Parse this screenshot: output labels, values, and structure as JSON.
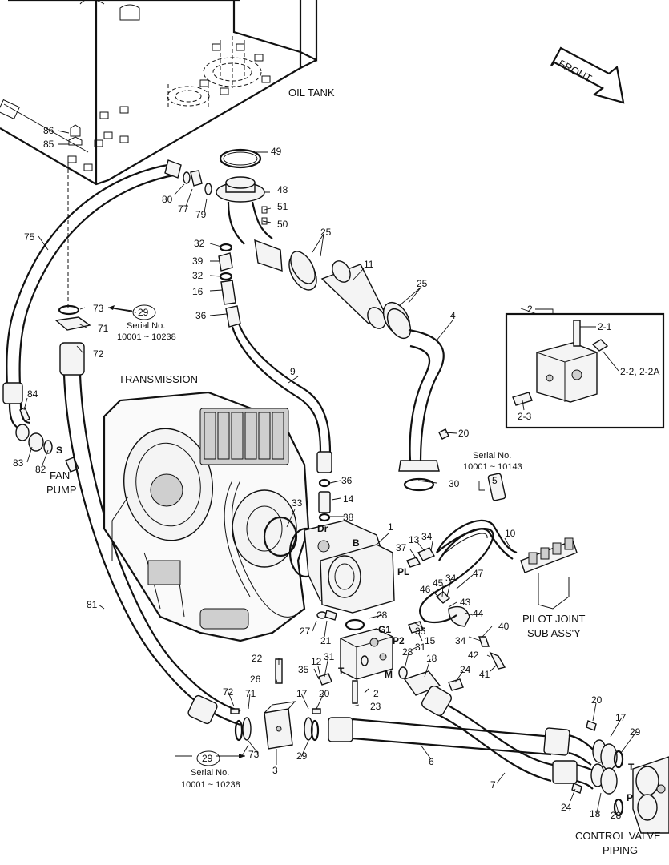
{
  "labels": {
    "oil_tank": "OIL TANK",
    "front": "FRONT",
    "transmission": "TRANSMISSION",
    "fan_pump_1": "FAN",
    "fan_pump_2": "PUMP",
    "pilot_joint_1": "PILOT JOINT",
    "pilot_joint_2": "SUB ASS'Y",
    "control_valve_1": "CONTROL VALVE",
    "control_valve_2": "PIPING"
  },
  "serial_notes": {
    "top": {
      "circle": "29",
      "line1": "Serial No.",
      "line2": "10001 ~ 10238"
    },
    "bottom": {
      "circle": "29",
      "line1": "Serial No.",
      "line2": "10001 ~ 10238"
    },
    "item5": {
      "line1": "Serial No.",
      "line2": "10001 ~ 10143"
    }
  },
  "detail_box": {
    "title": "2",
    "callouts": [
      "2-1",
      "2-2, 2-2A",
      "2-3"
    ]
  },
  "ports": [
    "S",
    "B",
    "PL",
    "Dr",
    "G1",
    "P2",
    "T",
    "M",
    "T",
    "P"
  ],
  "callouts": [
    {
      "id": "c86",
      "text": "86"
    },
    {
      "id": "c85",
      "text": "85"
    },
    {
      "id": "c80",
      "text": "80"
    },
    {
      "id": "c77",
      "text": "77"
    },
    {
      "id": "c79",
      "text": "79"
    },
    {
      "id": "c49",
      "text": "49"
    },
    {
      "id": "c48",
      "text": "48"
    },
    {
      "id": "c51",
      "text": "51"
    },
    {
      "id": "c50",
      "text": "50"
    },
    {
      "id": "c75",
      "text": "75"
    },
    {
      "id": "c32a",
      "text": "32"
    },
    {
      "id": "c39",
      "text": "39"
    },
    {
      "id": "c32b",
      "text": "32"
    },
    {
      "id": "c16",
      "text": "16"
    },
    {
      "id": "c36a",
      "text": "36"
    },
    {
      "id": "c25a",
      "text": "25"
    },
    {
      "id": "c11",
      "text": "11"
    },
    {
      "id": "c25b",
      "text": "25"
    },
    {
      "id": "c4",
      "text": "4"
    },
    {
      "id": "c73a",
      "text": "73"
    },
    {
      "id": "c71a",
      "text": "71"
    },
    {
      "id": "c72a",
      "text": "72"
    },
    {
      "id": "c9",
      "text": "9"
    },
    {
      "id": "c84",
      "text": "84"
    },
    {
      "id": "c83",
      "text": "83"
    },
    {
      "id": "c82",
      "text": "82"
    },
    {
      "id": "c20a",
      "text": "20"
    },
    {
      "id": "c36b",
      "text": "36"
    },
    {
      "id": "c30",
      "text": "30"
    },
    {
      "id": "c5",
      "text": "5"
    },
    {
      "id": "c14",
      "text": "14"
    },
    {
      "id": "c33",
      "text": "33"
    },
    {
      "id": "c38",
      "text": "38"
    },
    {
      "id": "c1",
      "text": "1"
    },
    {
      "id": "c13",
      "text": "13"
    },
    {
      "id": "c34a",
      "text": "34"
    },
    {
      "id": "c10",
      "text": "10"
    },
    {
      "id": "c37",
      "text": "37"
    },
    {
      "id": "c47",
      "text": "47"
    },
    {
      "id": "c45",
      "text": "45"
    },
    {
      "id": "c34b",
      "text": "34"
    },
    {
      "id": "c46",
      "text": "46"
    },
    {
      "id": "c43",
      "text": "43"
    },
    {
      "id": "c44",
      "text": "44"
    },
    {
      "id": "c81",
      "text": "81"
    },
    {
      "id": "c28a",
      "text": "28"
    },
    {
      "id": "c35a",
      "text": "35"
    },
    {
      "id": "c40",
      "text": "40"
    },
    {
      "id": "c27",
      "text": "27"
    },
    {
      "id": "c21",
      "text": "21"
    },
    {
      "id": "c15",
      "text": "15"
    },
    {
      "id": "c34c",
      "text": "34"
    },
    {
      "id": "c31a",
      "text": "31"
    },
    {
      "id": "c42",
      "text": "42"
    },
    {
      "id": "c41",
      "text": "41"
    },
    {
      "id": "c22",
      "text": "22"
    },
    {
      "id": "c35b",
      "text": "35"
    },
    {
      "id": "c12",
      "text": "12"
    },
    {
      "id": "c31b",
      "text": "31"
    },
    {
      "id": "c28b",
      "text": "28"
    },
    {
      "id": "c18a",
      "text": "18"
    },
    {
      "id": "c24a",
      "text": "24"
    },
    {
      "id": "c2",
      "text": "2"
    },
    {
      "id": "c26",
      "text": "26"
    },
    {
      "id": "c23",
      "text": "23"
    },
    {
      "id": "c72b",
      "text": "72"
    },
    {
      "id": "c71b",
      "text": "71"
    },
    {
      "id": "c17a",
      "text": "17"
    },
    {
      "id": "c20b",
      "text": "20"
    },
    {
      "id": "c73b",
      "text": "73"
    },
    {
      "id": "c3",
      "text": "3"
    },
    {
      "id": "c29a",
      "text": "29"
    },
    {
      "id": "c6",
      "text": "6"
    },
    {
      "id": "c20c",
      "text": "20"
    },
    {
      "id": "c17b",
      "text": "17"
    },
    {
      "id": "c29b",
      "text": "29"
    },
    {
      "id": "c7",
      "text": "7"
    },
    {
      "id": "c24b",
      "text": "24"
    },
    {
      "id": "c18b",
      "text": "18"
    },
    {
      "id": "c28c",
      "text": "28"
    }
  ]
}
